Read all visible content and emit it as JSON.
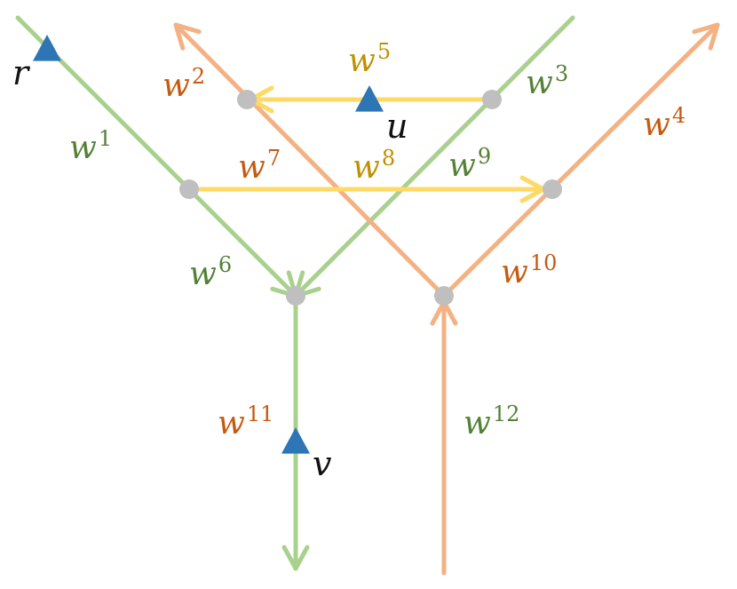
{
  "colors": {
    "green": "#a9d18e",
    "orange": "#f4b183",
    "yellow": "#ffd966",
    "label_green": "#538135",
    "label_orange": "#c55a11",
    "label_yellow": "#bf9000",
    "node": "#bfbfbf",
    "marker": "#2e75b6",
    "text": "#111111"
  },
  "labels": [
    {
      "id": "w1",
      "base": "w",
      "sup": "1",
      "color": "label_green"
    },
    {
      "id": "w2",
      "base": "w",
      "sup": "2",
      "color": "label_orange"
    },
    {
      "id": "w3",
      "base": "w",
      "sup": "3",
      "color": "label_green"
    },
    {
      "id": "w4",
      "base": "w",
      "sup": "4",
      "color": "label_orange"
    },
    {
      "id": "w5",
      "base": "w",
      "sup": "5",
      "color": "label_yellow"
    },
    {
      "id": "w6",
      "base": "w",
      "sup": "6",
      "color": "label_green"
    },
    {
      "id": "w7",
      "base": "w",
      "sup": "7",
      "color": "label_orange"
    },
    {
      "id": "w8",
      "base": "w",
      "sup": "8",
      "color": "label_yellow"
    },
    {
      "id": "w9",
      "base": "w",
      "sup": "9",
      "color": "label_green"
    },
    {
      "id": "w10",
      "base": "w",
      "sup": "10",
      "color": "label_orange"
    },
    {
      "id": "w11",
      "base": "w",
      "sup": "11",
      "color": "label_orange"
    },
    {
      "id": "w12",
      "base": "w",
      "sup": "12",
      "color": "label_green"
    }
  ],
  "points": [
    {
      "id": "r",
      "name": "r"
    },
    {
      "id": "u",
      "name": "u"
    },
    {
      "id": "v",
      "name": "v"
    }
  ]
}
